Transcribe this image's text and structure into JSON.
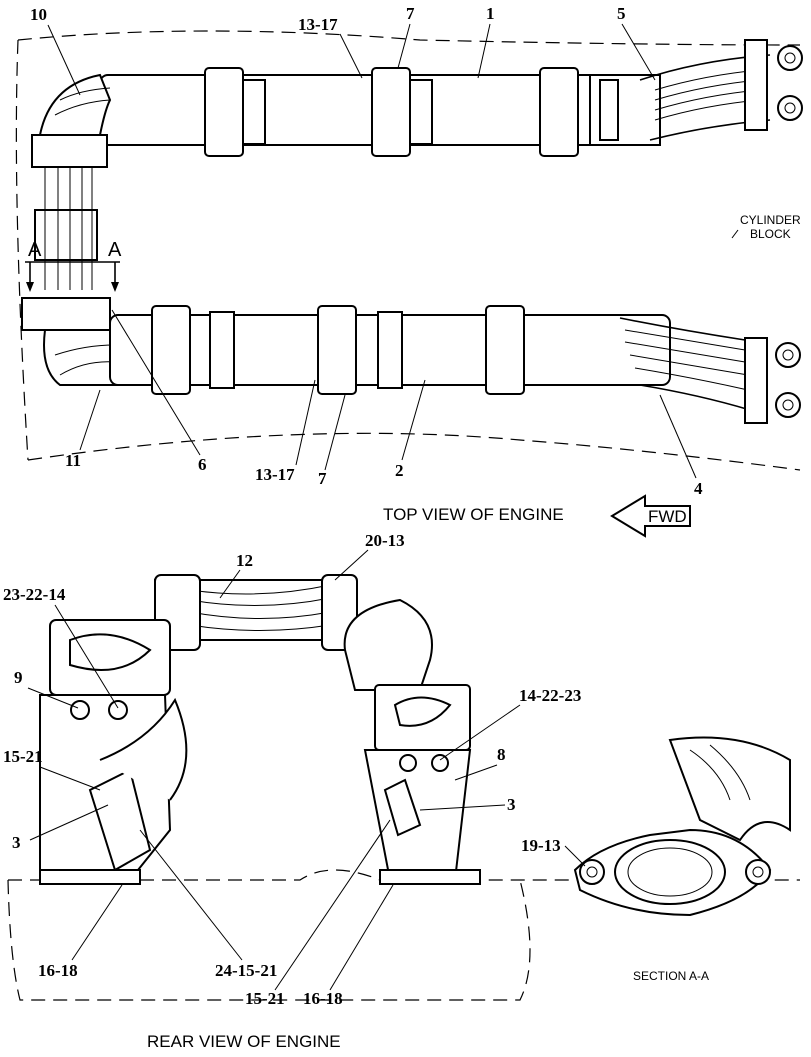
{
  "captions": {
    "top_view": "TOP VIEW OF ENGINE",
    "rear_view": "REAR VIEW OF ENGINE",
    "section": "SECTION A-A",
    "fwd": "FWD",
    "cylinder": "CYLINDER",
    "block": "BLOCK",
    "section_marker": "A"
  },
  "top_callouts": [
    "10",
    "13-17",
    "7",
    "1",
    "5",
    "11",
    "6",
    "13-17",
    "7",
    "2",
    "4"
  ],
  "rear_callouts": [
    "12",
    "20-13",
    "23-22-14",
    "9",
    "15-21",
    "3",
    "14-22-23",
    "8",
    "3",
    "16-18",
    "24-15-21",
    "15-21",
    "16-18"
  ],
  "section_callouts": [
    "19-13"
  ]
}
